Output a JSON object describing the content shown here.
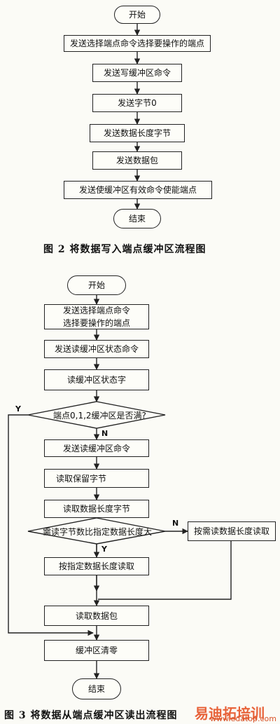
{
  "figure2": {
    "start": "开始",
    "steps": [
      "发送选择端点命令选择要操作的端点",
      "发送写缓冲区命令",
      "发送字节0",
      "发送数据长度字节",
      "发送数据包",
      "发送使缓冲区有效命令使能端点"
    ],
    "end": "结束",
    "caption": "图 2   将数据写入端点缓冲区流程图"
  },
  "figure3": {
    "start": "开始",
    "select_line1": "发送选择端点命令",
    "select_line2": "选择要操作的端点",
    "read_status_cmd": "发送读缓冲区状态命令",
    "read_status_byte": "读缓冲区状态字",
    "decision_full": "端点0,1,2缓冲区是否满?",
    "full_yes": "Y",
    "full_no": "N",
    "send_read_cmd": "发送读缓冲区命令",
    "read_reserved": "读取保留字节",
    "read_length": "读取数据长度字节",
    "decision_length": "需读字节数比指定数据长度大",
    "length_no": "N",
    "length_yes": "Y",
    "read_as_needed": "按需读数据长度读取",
    "read_specified": "按指定数据长度读取",
    "read_packet": "读取数据包",
    "clear_buffer": "缓冲区清零",
    "end": "结束",
    "caption": "图 3   将数据从端点缓冲区读出流程图"
  },
  "watermark": {
    "text": "易迪拓培训",
    "url": "www.edatop.com",
    "color": "#e8633a"
  }
}
